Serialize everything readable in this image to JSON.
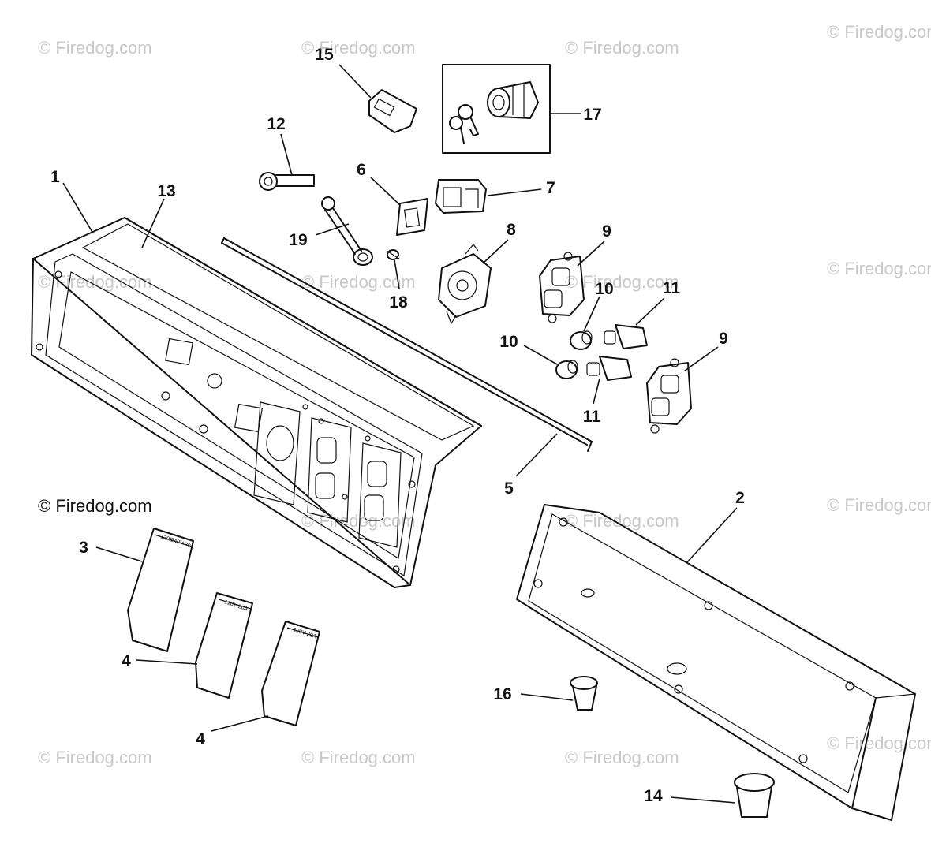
{
  "watermark": "© Firedog.com",
  "copyright": "© Firedog.com",
  "cover_labels": {
    "part3": "120/240V 30A",
    "part4a": "120V 20A",
    "part4b": "120V 20A"
  },
  "callouts": {
    "c1": "1",
    "c2": "2",
    "c3": "3",
    "c4a": "4",
    "c4b": "4",
    "c5": "5",
    "c6": "6",
    "c7": "7",
    "c8": "8",
    "c9a": "9",
    "c9b": "9",
    "c10a": "10",
    "c10b": "10",
    "c11a": "11",
    "c11b": "11",
    "c12": "12",
    "c13": "13",
    "c14": "14",
    "c15": "15",
    "c16": "16",
    "c17": "17",
    "c18": "18",
    "c19": "19"
  }
}
